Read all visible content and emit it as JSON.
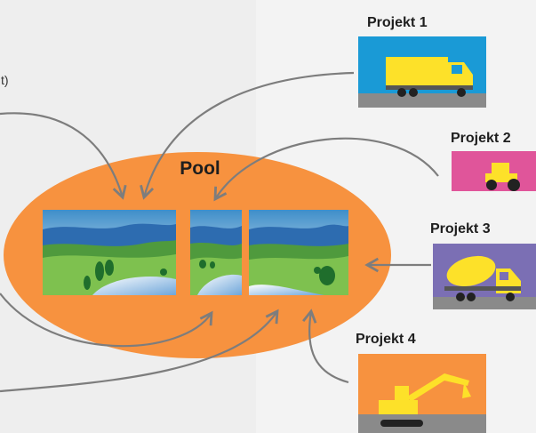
{
  "pool": {
    "label": "Pool"
  },
  "projects": [
    {
      "label": "Projekt 1",
      "machine": "dump-truck-icon",
      "bg_color": "#1a9ad6"
    },
    {
      "label": "Projekt 2",
      "machine": "tractor-icon",
      "bg_color": "#e0559a"
    },
    {
      "label": "Projekt 3",
      "machine": "cement-mixer-icon",
      "bg_color": "#7b6fb4"
    },
    {
      "label": "Projekt 4",
      "machine": "excavator-icon",
      "bg_color": "#f7923f"
    }
  ],
  "left_fragment": {
    "text": "t)"
  },
  "colors": {
    "pool": "#f7923f",
    "arrow": "#7d7d7d",
    "ground": "#8a8a8a",
    "machine_yellow": "#fde129"
  }
}
